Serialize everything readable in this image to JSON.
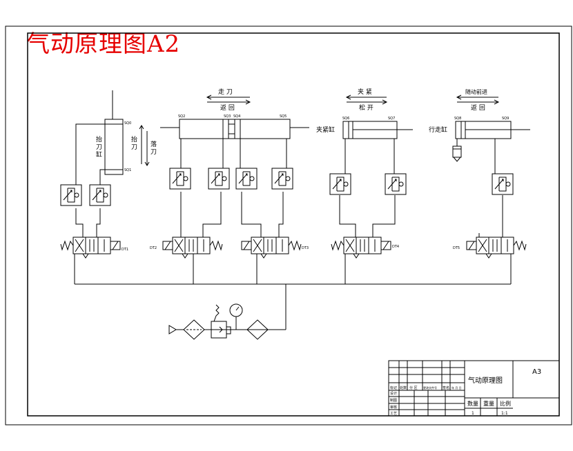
{
  "overlay_title": "气动原理图A2",
  "labels": {
    "zou_dao": "走 刀",
    "fan_hui": "返 回",
    "jia_jin": "夹 紧",
    "song_kai": "松 开",
    "sui_dong": "随动前进",
    "fan_hui2": "返 回",
    "tai_dao_gang": "抬刀缸",
    "tai_dao": "抬刀",
    "luo_dao": "落刀",
    "jia_jin_gang": "夹紧缸",
    "xing_zou_gang": "行走缸"
  },
  "sensors": {
    "s_top_lift": "SQ0",
    "s_bot_lift": "SQ1",
    "s2": "SQ2",
    "s3": "SQ3",
    "s4": "SQ4",
    "s5": "SQ5",
    "s6": "SQ6",
    "s7": "SQ7",
    "s8": "SQ8",
    "s9": "SQ9"
  },
  "valves": {
    "dt1": "DT1",
    "dt2": "DT2",
    "dt3": "DT3",
    "dt4": "DT4",
    "dt5": "DT5"
  },
  "title_block": {
    "drawing_name": "气动原理图",
    "sheet_size": "A3",
    "row_labels": [
      "标记",
      "设计",
      "制图",
      "审核",
      "工艺"
    ],
    "header_cells": [
      "处数",
      "分 区",
      "更改文件号",
      "签名",
      "年 月 日"
    ],
    "qty_label": "数量",
    "weight_label": "重量",
    "scale_label": "比例",
    "qty_value": "1",
    "scale_value": "1:1"
  }
}
